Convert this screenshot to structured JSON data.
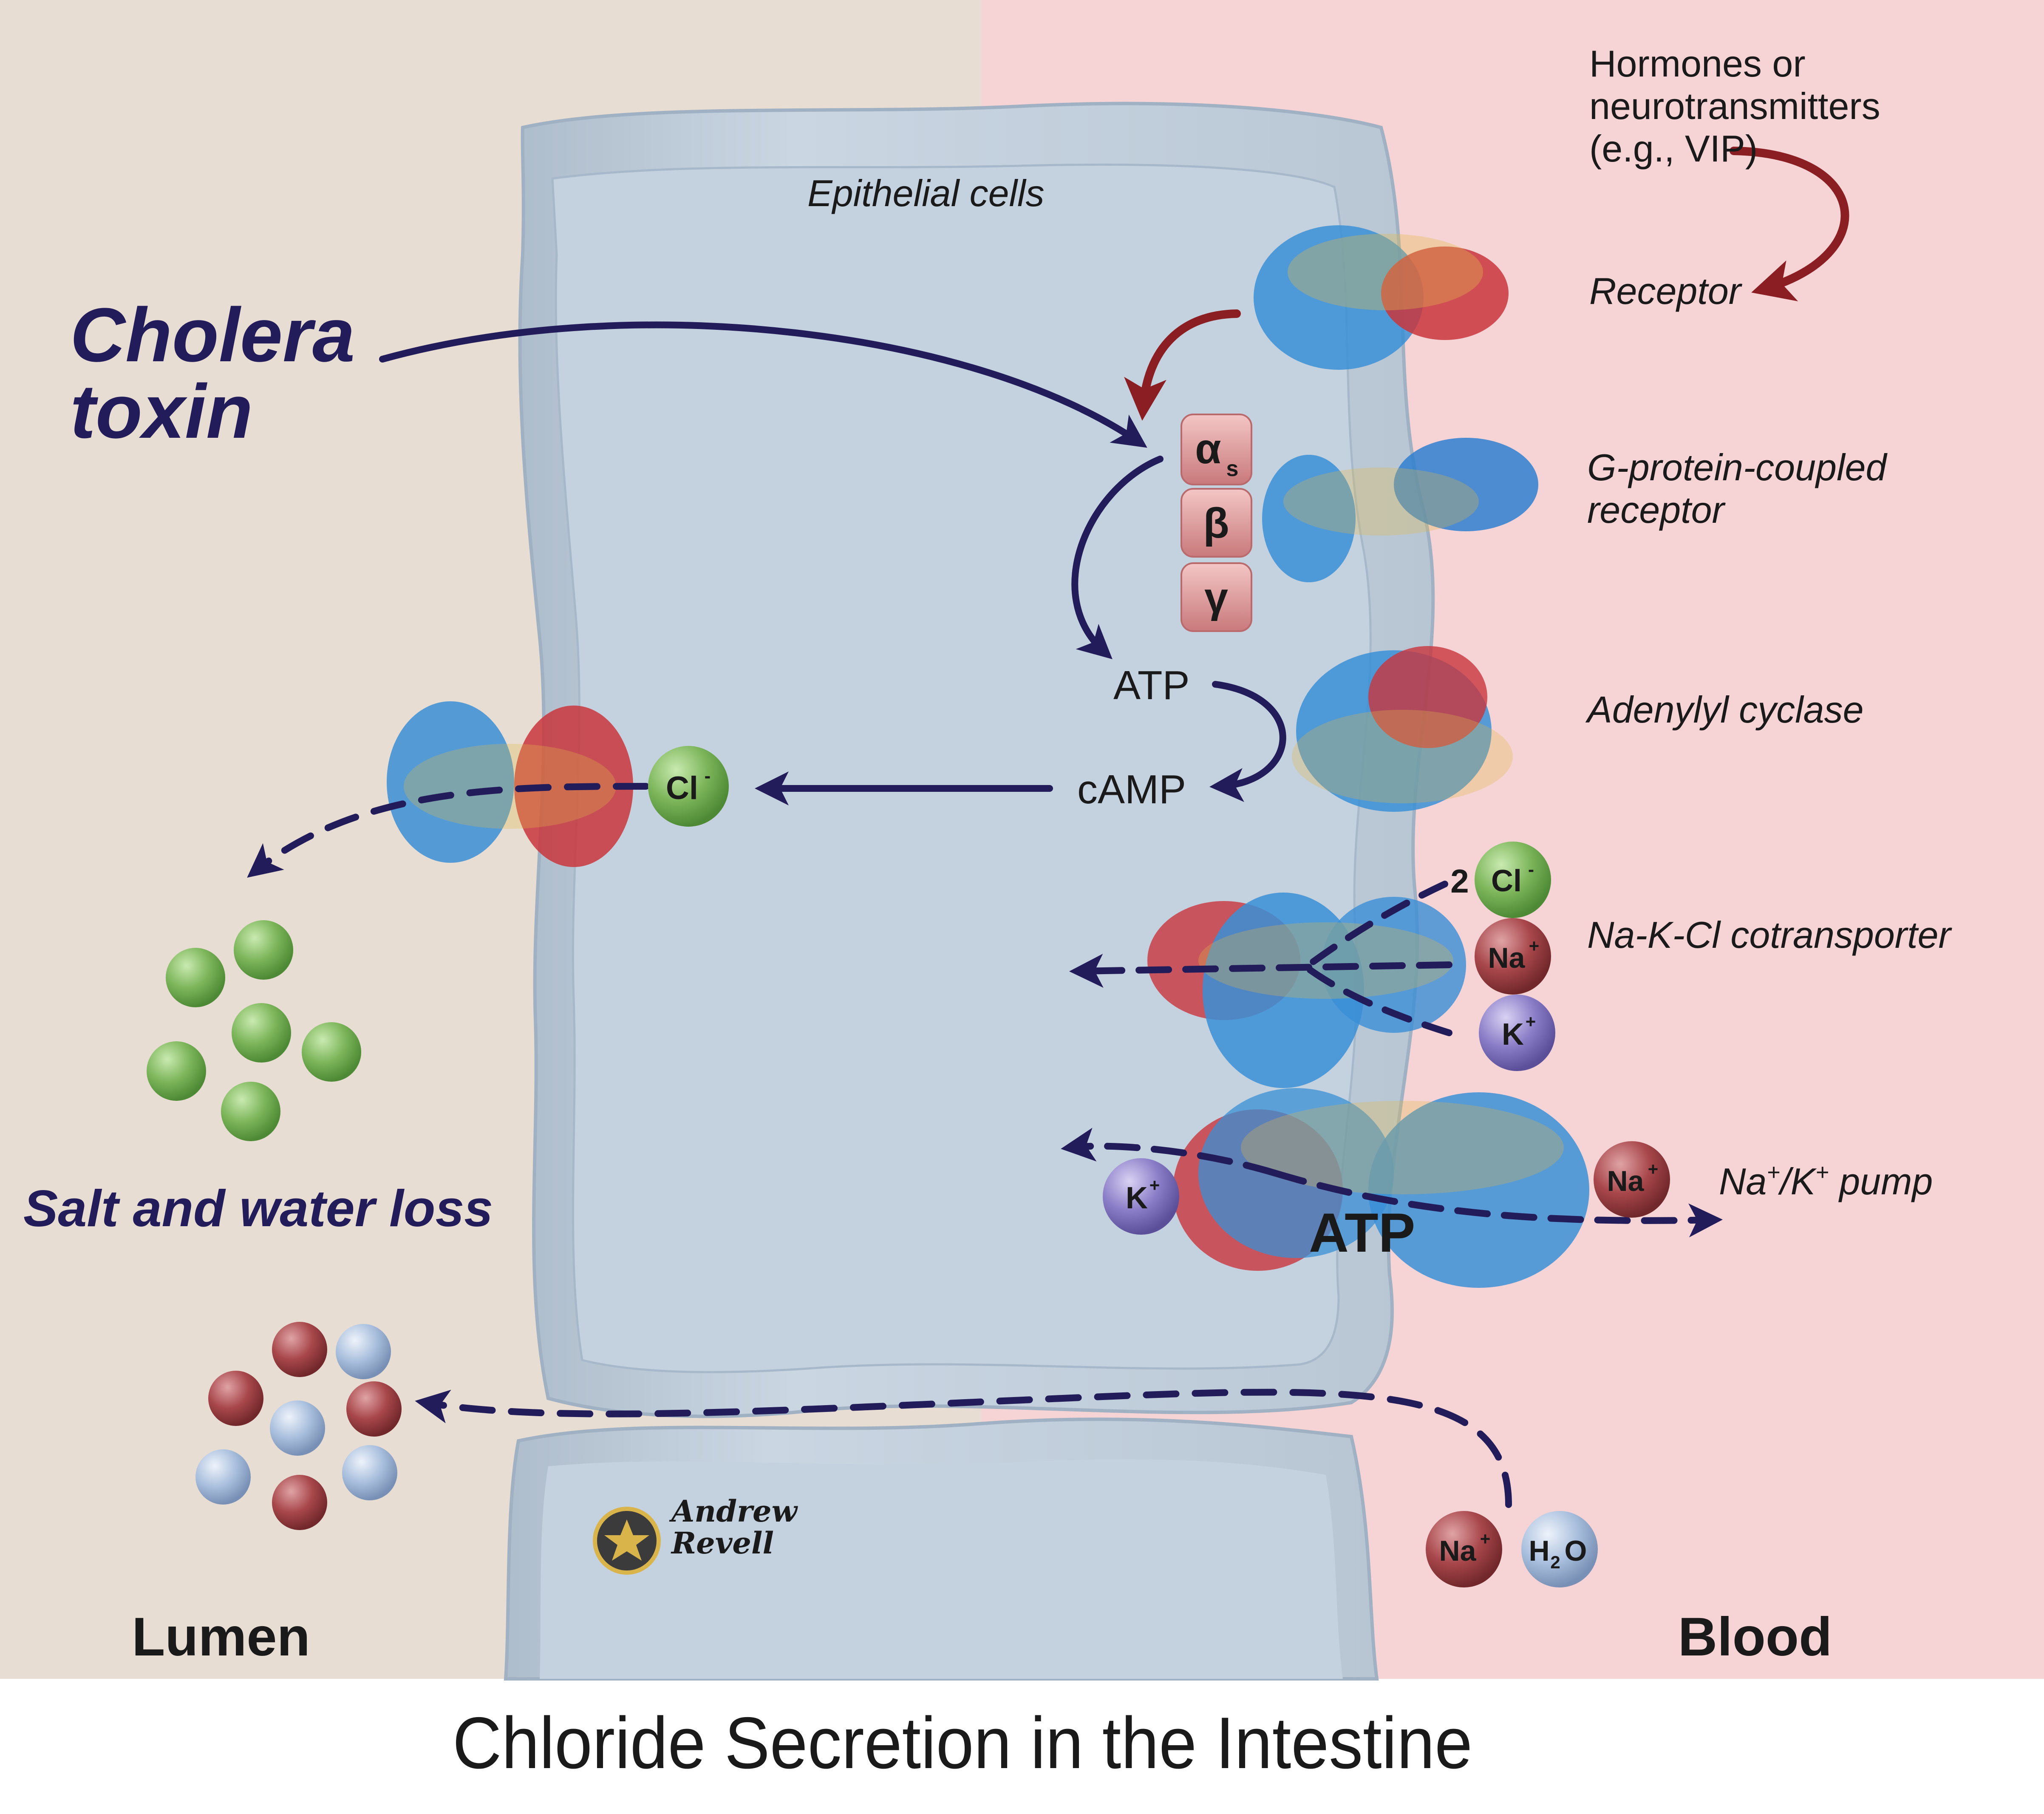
{
  "title": "Chloride Secretion in the Intestine",
  "regions": {
    "lumen": "Lumen",
    "blood": "Blood"
  },
  "labels": {
    "epithelial": "Epithelial cells",
    "hormones": [
      "Hormones or",
      "neurotransmitters",
      "(e.g., VIP)"
    ],
    "receptor": "Receptor",
    "gpcr": [
      "G-protein-coupled",
      "receptor"
    ],
    "adenylyl": "Adenylyl cyclase",
    "nkcc": "Na-K-Cl cotransporter",
    "pump_base": "Na",
    "pump_sup1": "+",
    "pump_mid": "/K",
    "pump_sup2": "+",
    "pump_end": " pump",
    "cholera": [
      "Cholera",
      "toxin"
    ],
    "salt_water": "Salt and water loss",
    "atp_top": "ATP",
    "camp": "cAMP",
    "atp_bottom": "ATP",
    "nkcc_count": "2",
    "signature": [
      "Andrew",
      "Revell"
    ]
  },
  "gprotein": {
    "alpha": "α",
    "alpha_sub": "s",
    "beta": "β",
    "gamma": "γ"
  },
  "ions": {
    "cl": {
      "base": "Cl",
      "sup": "-"
    },
    "na": {
      "base": "Na",
      "sup": "+"
    },
    "k": {
      "base": "K",
      "sup": "+"
    },
    "h2o": {
      "h": "H",
      "sub": "2",
      "o": "O"
    }
  },
  "colors": {
    "lumen_bg": "#e8ddd3",
    "blood_bg": "#f6d3d5",
    "cell": "#c9d6e2",
    "arrow_navy": "#221d5a",
    "arrow_red": "#8b1e22",
    "chloride": "#7cb55a",
    "sodium": "#a8474b",
    "potassium": "#8b7ec8",
    "water": "#a9bfdd",
    "gprotein": "#d98f90"
  }
}
